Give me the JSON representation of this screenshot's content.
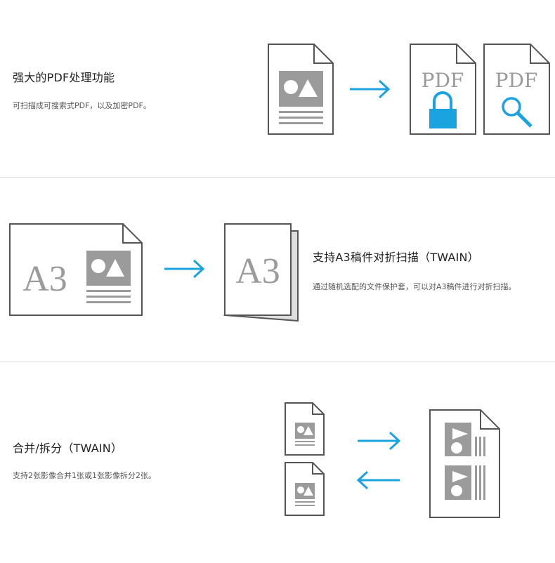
{
  "sections": [
    {
      "title": "强大的PDF处理功能",
      "description": "可扫描成可搜索式PDF，以及加密PDF。",
      "pdf_label_1": "PDF",
      "pdf_label_2": "PDF",
      "icons": [
        "document-image-icon",
        "arrow-right-icon",
        "pdf-lock-icon",
        "pdf-search-icon"
      ]
    },
    {
      "title": "支持A3稿件对折扫描（TWAIN）",
      "description": "通过随机选配的文件保护套，可以对A3稿件进行对折扫描。",
      "a3_label_1": "A3",
      "a3_label_2": "A3",
      "icons": [
        "a3-landscape-document-icon",
        "arrow-right-icon",
        "a3-folded-document-icon"
      ]
    },
    {
      "title": "合并/拆分（TWAIN）",
      "description": "支持2张影像合并1张或1张影像拆分2张。",
      "icons": [
        "small-document-icon",
        "small-document-icon",
        "arrow-right-icon",
        "arrow-left-icon",
        "merged-document-icon"
      ]
    }
  ],
  "colors": {
    "accent": "#1ba3e0",
    "outline": "#555555",
    "gray": "#9b9b9b",
    "divider": "#dcdcdc"
  }
}
